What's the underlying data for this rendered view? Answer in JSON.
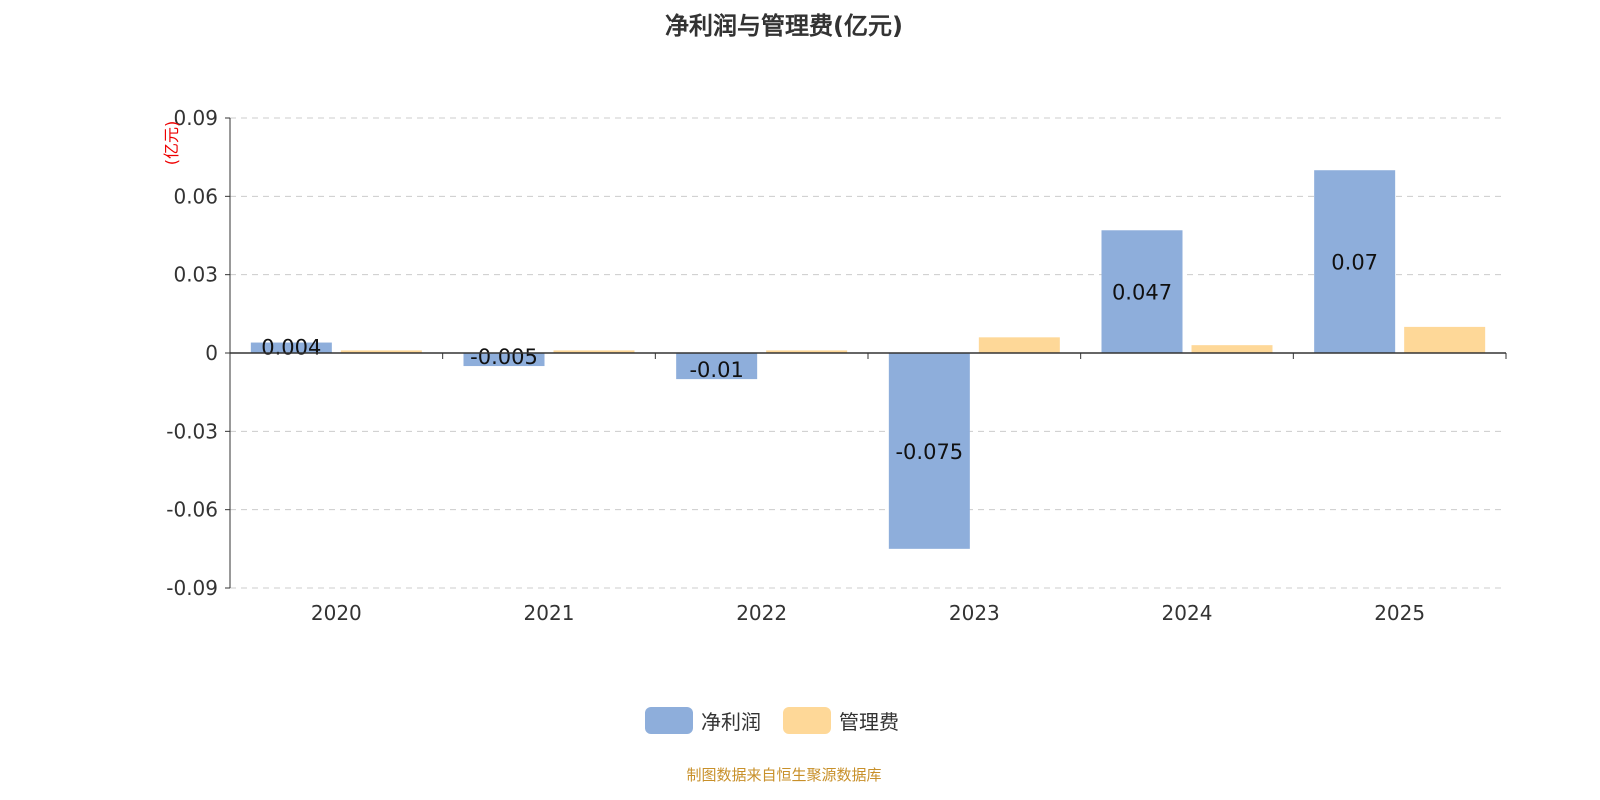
{
  "chart_data": {
    "type": "bar",
    "title": "净利润与管理费(亿元)",
    "ylabel": "(亿元)",
    "xlabel": "",
    "categories": [
      "2020",
      "2021",
      "2022",
      "2023",
      "2024",
      "2025"
    ],
    "series": [
      {
        "name": "净利润",
        "color": "#8eaedb",
        "values": [
          0.004,
          -0.005,
          -0.01,
          -0.075,
          0.047,
          0.07
        ],
        "labels": [
          "0.004",
          "-0.005",
          "-0.01",
          "-0.075",
          "0.047",
          "0.07"
        ]
      },
      {
        "name": "管理费",
        "color": "#fed898",
        "values": [
          0.001,
          0.001,
          0.001,
          0.006,
          0.003,
          0.01
        ]
      }
    ],
    "ylim": [
      -0.09,
      0.09
    ],
    "yticks": [
      0.09,
      0.06,
      0.03,
      0,
      -0.03,
      -0.06,
      -0.09
    ],
    "ytick_labels": [
      "0.09",
      "0.06",
      "0.03",
      "0",
      "-0.03",
      "-0.06",
      "-0.09"
    ],
    "grid": true,
    "legend_position": "bottom-center"
  },
  "source": "制图数据来自恒生聚源数据库"
}
